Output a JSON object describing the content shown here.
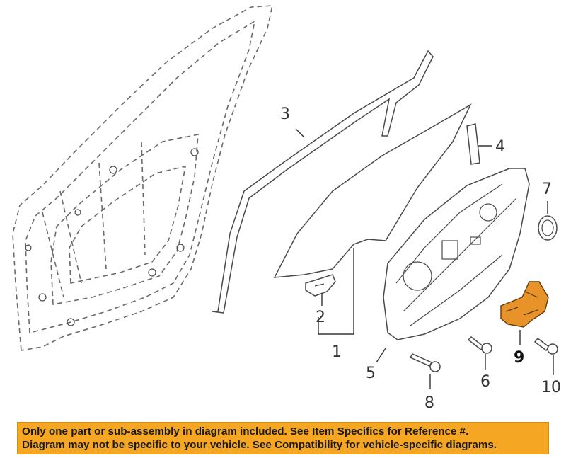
{
  "diagram": {
    "callouts": [
      {
        "id": "c1",
        "label": "1"
      },
      {
        "id": "c2",
        "label": "2"
      },
      {
        "id": "c3",
        "label": "3"
      },
      {
        "id": "c4",
        "label": "4"
      },
      {
        "id": "c5",
        "label": "5"
      },
      {
        "id": "c6",
        "label": "6"
      },
      {
        "id": "c7",
        "label": "7"
      },
      {
        "id": "c8",
        "label": "8"
      },
      {
        "id": "c9",
        "label": "9"
      },
      {
        "id": "c10",
        "label": "10"
      }
    ],
    "highlight_color": "#e8922a"
  },
  "banner": {
    "line1": "Only one part or sub-assembly in diagram included. See Item Specifics for Reference #.",
    "line2": "Diagram may not be specific to your vehicle. See Compatibility for vehicle-specific diagrams.",
    "background": "#f5a623"
  }
}
